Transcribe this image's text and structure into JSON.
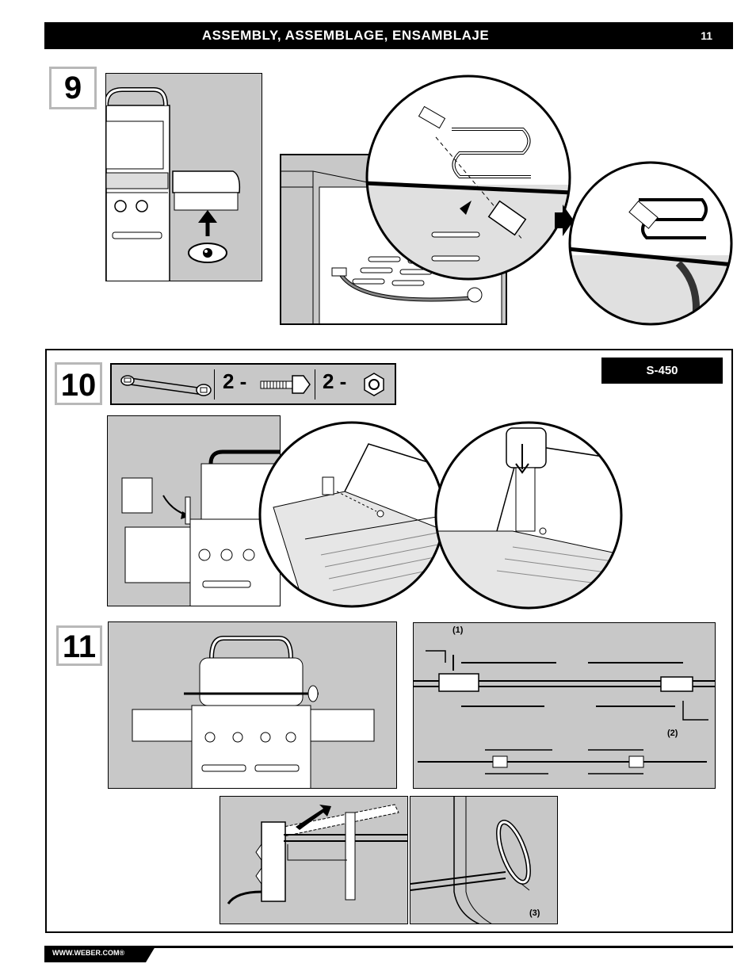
{
  "header": {
    "title": "ASSEMBLY, ASSEMBLAGE, ENSAMBLAJE",
    "page_number": "11"
  },
  "steps": [
    {
      "number": "9"
    },
    {
      "number": "10",
      "hardware": [
        {
          "qty": "2 -",
          "part": "bolt-icon"
        },
        {
          "qty": "2 -",
          "part": "nut-icon"
        }
      ],
      "tool": "wrench-icon",
      "model": "S-450"
    },
    {
      "number": "11",
      "callouts": [
        "(1)",
        "(2)",
        "(3)"
      ]
    }
  ],
  "footer": {
    "url": "WWW.WEBER.COM®"
  },
  "colors": {
    "panel": "#c8c8c8",
    "ink": "#000000",
    "step_border": "#b8b8b8"
  }
}
